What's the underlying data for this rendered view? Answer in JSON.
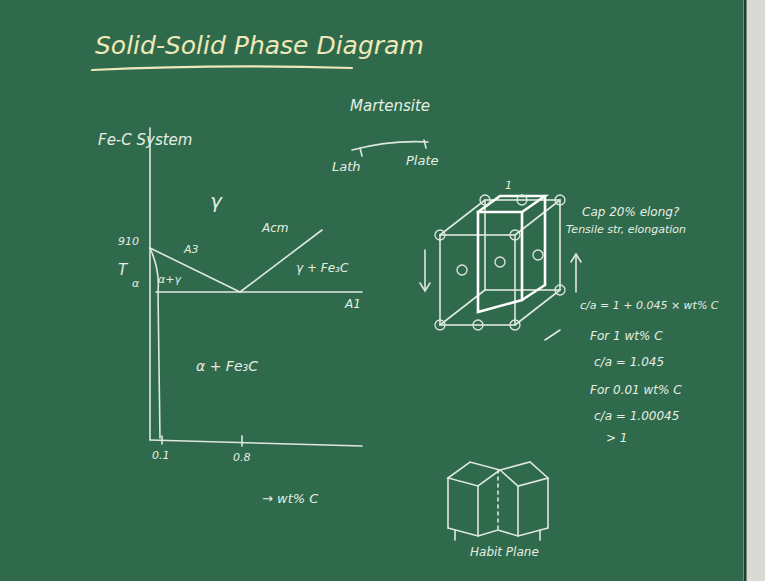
{
  "diagram": {
    "title": "Solid-Solid Phase Diagram",
    "labels": [
      "Fe-C System",
      "Martensite",
      "Lath",
      "Plate",
      "γ",
      "910",
      "T",
      "A3",
      "α+γ",
      "α",
      "Acm",
      "γ + Fe₃C",
      "A1",
      "α + Fe₃C",
      "0.1",
      "0.8",
      "→ wt% C",
      "Cap 20% elong?",
      "Tensile str, elongation",
      "1",
      "c/a = 1 + 0.045 × wt% C",
      "For 1 wt% C",
      "c/a = 1.045",
      "For 0.01 wt% C",
      "c/a = 1.00045",
      "> 1",
      "Habit Plane"
    ]
  }
}
